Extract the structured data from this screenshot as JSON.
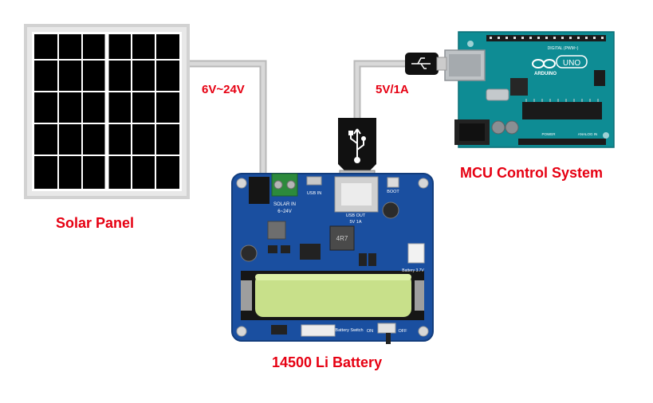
{
  "labels": {
    "solar_voltage": "6V~24V",
    "usb_output": "5V/1A",
    "solar_panel": "Solar Panel",
    "mcu": "MCU Control System",
    "battery": "14500 Li Battery"
  },
  "board_silkscreen": {
    "solar_in": "SOLAR IN",
    "solar_range": "6~24V",
    "usb_in": "USB IN",
    "usb_out": "USB OUT",
    "usb_out_rating": "5V 1A",
    "boot": "BOOT",
    "battery_voltage": "Battery 3.7V",
    "battery_switch": "Battery Switch",
    "on": "ON",
    "off": "OFF",
    "inductor": "4R7"
  },
  "arduino_silkscreen": {
    "brand": "ARDUINO",
    "model": "UNO",
    "digital": "DIGITAL (PWM~)",
    "power": "POWER",
    "analog": "ANALOG IN"
  },
  "colors": {
    "label_red": "#e60012",
    "cable_gray": "#c9c9c9",
    "board_blue": "#1a4fa0",
    "arduino_teal": "#0e8c94",
    "battery_green": "#c8e08a"
  }
}
